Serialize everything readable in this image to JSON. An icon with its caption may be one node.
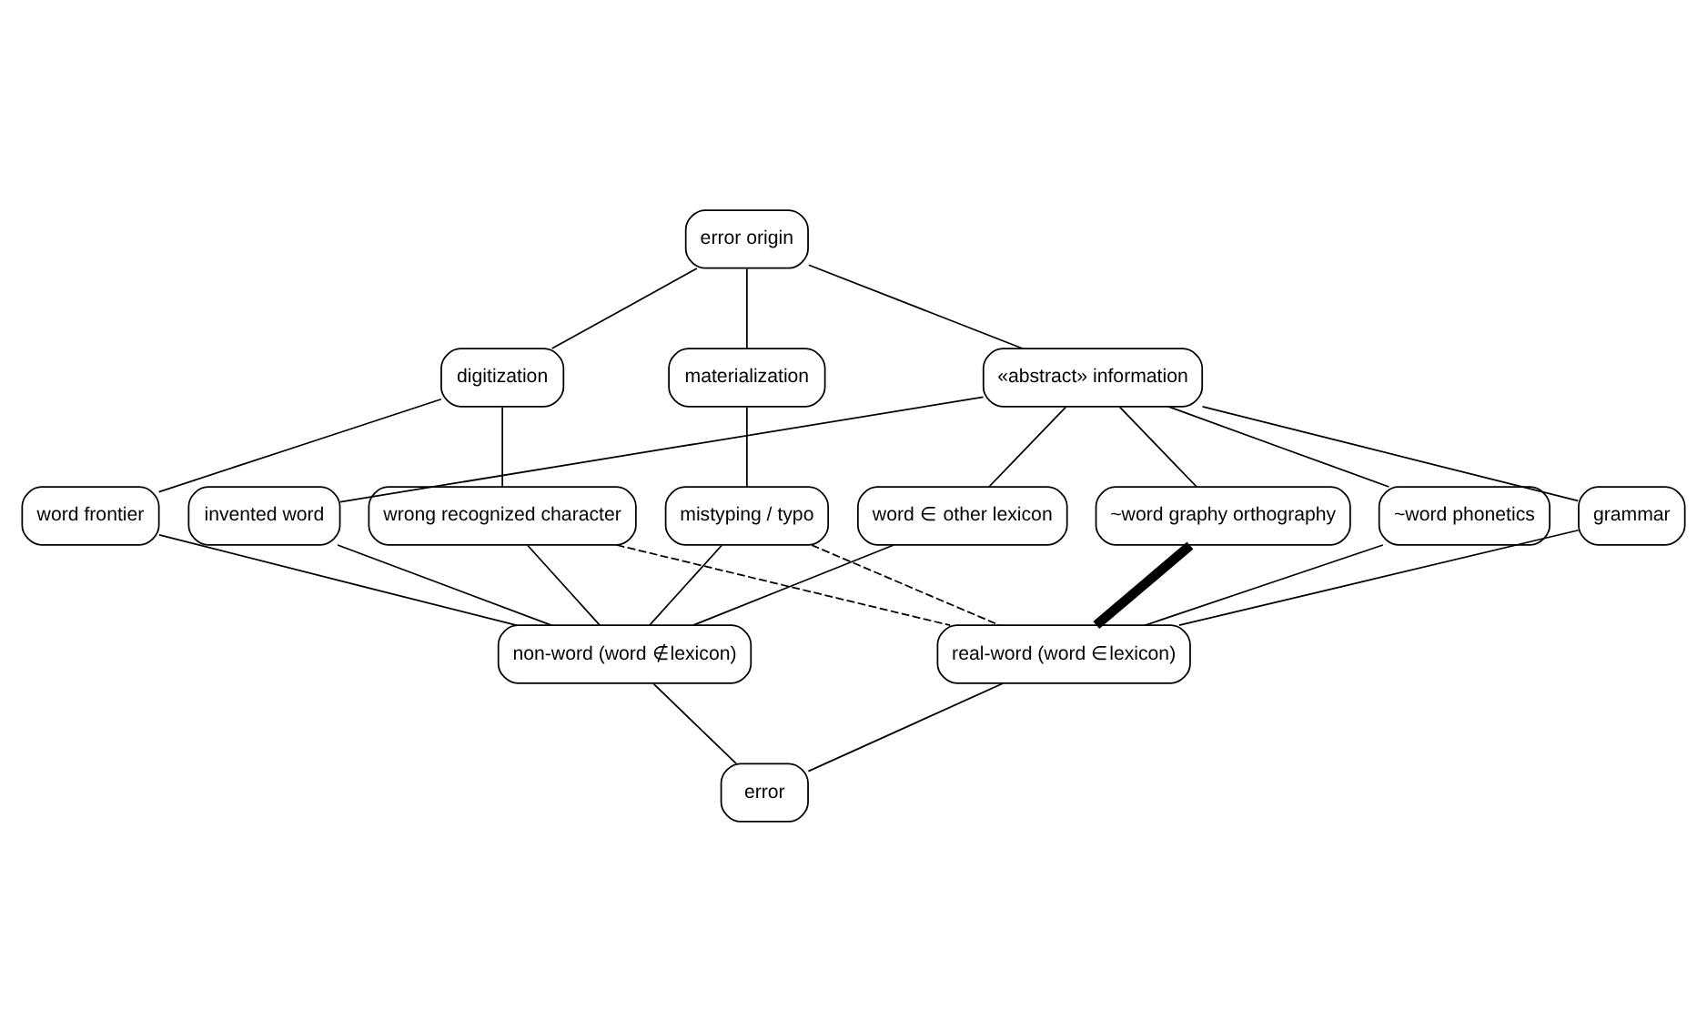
{
  "diagram": {
    "nodes": [
      {
        "text": [
          "error origin"
        ]
      },
      {
        "text": [
          "digitization"
        ]
      },
      {
        "text": [
          "materialization"
        ]
      },
      {
        "text": [
          "«abstract» information"
        ]
      },
      {
        "text": [
          "word frontier"
        ]
      },
      {
        "text": [
          "invented word"
        ]
      },
      {
        "text": [
          "word ∈ other lexicon"
        ]
      },
      {
        "text": [
          "wrong recognized character"
        ]
      },
      {
        "text": [
          "mistyping / typo"
        ]
      },
      {
        "text": [
          "~word graphy orthography"
        ]
      },
      {
        "text": [
          "~word phonetics"
        ]
      },
      {
        "text": [
          "grammar"
        ]
      },
      {
        "text": [
          "non-word (word ∉lexicon)"
        ]
      },
      {
        "text": [
          "real-word (word ∈lexicon)"
        ]
      },
      {
        "text": [
          "error"
        ]
      }
    ],
    "edges": [
      {
        "from": 0,
        "to": 1,
        "arrow": "none"
      },
      {
        "from": 0,
        "to": 2,
        "arrow": "none"
      },
      {
        "from": 0,
        "to": 3,
        "arrow": "none"
      },
      {
        "from": 1,
        "to": 4,
        "arrow": "none"
      },
      {
        "from": 1,
        "to": 7,
        "arrow": "none"
      },
      {
        "from": 2,
        "to": 8,
        "arrow": "none"
      },
      {
        "from": 3,
        "to": 5,
        "arrow": "none"
      },
      {
        "from": 3,
        "to": 6,
        "arrow": "none"
      },
      {
        "from": 3,
        "to": 9,
        "arrow": "none"
      },
      {
        "from": 3,
        "to": 10,
        "arrow": "none"
      },
      {
        "from": 3,
        "to": 11,
        "arrow": "none"
      },
      {
        "from": 4,
        "to": 12,
        "arrow": "none"
      },
      {
        "from": 5,
        "to": 12,
        "arrow": "none"
      },
      {
        "from": 6,
        "to": 12,
        "arrow": "none"
      },
      {
        "from": 7,
        "to": 12,
        "arrow": "none"
      },
      {
        "from": 8,
        "to": 12,
        "arrow": "none"
      },
      {
        "from": 7,
        "to": 13,
        "arrow": "none",
        "style": "dashed"
      },
      {
        "from": 8,
        "to": 13,
        "arrow": "none",
        "style": "dashed"
      },
      {
        "from": 9,
        "to": 13,
        "arrow": "none",
        "style": "thick"
      },
      {
        "from": 10,
        "to": 13,
        "arrow": "none"
      },
      {
        "from": 11,
        "to": 13,
        "arrow": "none"
      },
      {
        "from": 12,
        "to": 14,
        "arrow": "none"
      },
      {
        "from": 13,
        "to": 14,
        "arrow": "none"
      }
    ]
  }
}
